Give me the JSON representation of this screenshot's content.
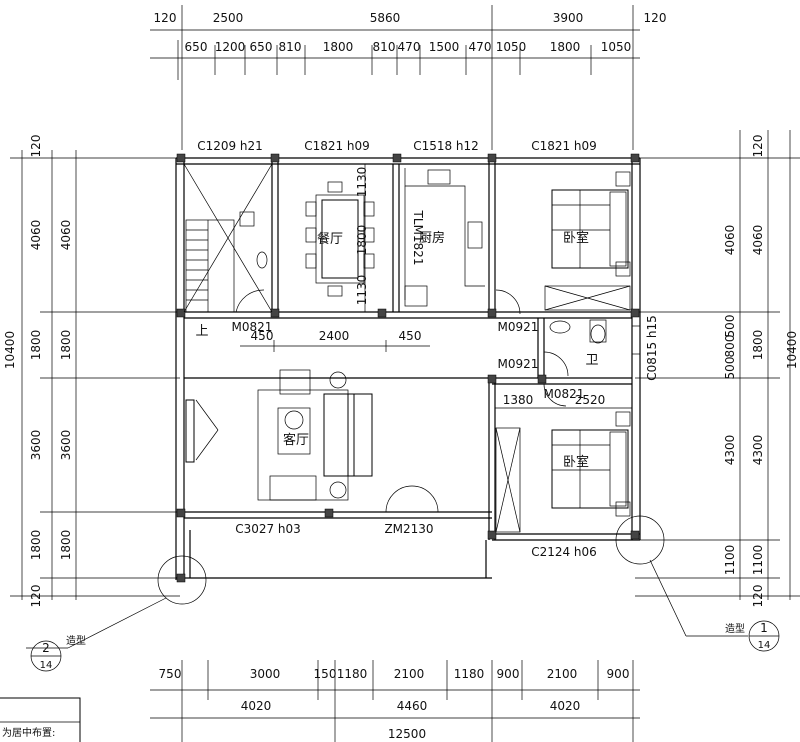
{
  "dimensions": {
    "top_row1": [
      "120",
      "2500",
      "5860",
      "3900",
      "120"
    ],
    "top_row2": [
      "650",
      "1200",
      "650",
      "810",
      "1800",
      "810",
      "470",
      "1500",
      "470",
      "1050",
      "1800",
      "1050"
    ],
    "bottom_row1": [
      "750",
      "3000",
      "150",
      "1180",
      "2100",
      "1180",
      "900",
      "2100",
      "900"
    ],
    "bottom_row2": [
      "4020",
      "4460",
      "4020"
    ],
    "bottom_total": "12500",
    "left_outer": [
      "120",
      "4060",
      "1800",
      "3600",
      "1800",
      "120"
    ],
    "left_total": "10400",
    "right_outer": [
      "120",
      "4060",
      "1800",
      "4300",
      "1100",
      "120"
    ],
    "right_total": "10400",
    "right_inner_labels": [
      "500",
      "800",
      "500"
    ],
    "bottom_right_1100": "1100",
    "dining_inner": [
      "1130",
      "1800",
      "1130"
    ],
    "hall_dims": [
      "450",
      "2400",
      "450"
    ],
    "bath_dims": [
      "1380",
      "2520"
    ]
  },
  "openings": {
    "c1209": "C1209 h21",
    "c1821a": "C1821 h09",
    "c1518": "C1518 h12",
    "c1821b": "C1821 h09",
    "tlm1821": "TLM1821",
    "m0821a": "M0821",
    "m0921a": "M0921",
    "m0921b": "M0921",
    "m0821b": "M0821",
    "c0815": "C0815 h15",
    "c3027": "C3027 h03",
    "zm2130": "ZM2130",
    "c2124": "C2124 h06",
    "up": "上"
  },
  "rooms": {
    "kitchen": "厨房",
    "bedroom1": "卧室",
    "bedroom2": "卧室",
    "bath": "卫",
    "living": "客厅",
    "dining": "餐厅"
  },
  "callouts": {
    "left_num": "2",
    "left_sheet": "14",
    "left_label": "造型",
    "right_num": "1",
    "right_sheet": "14",
    "right_label": "造型"
  },
  "note": "为居中布置:"
}
